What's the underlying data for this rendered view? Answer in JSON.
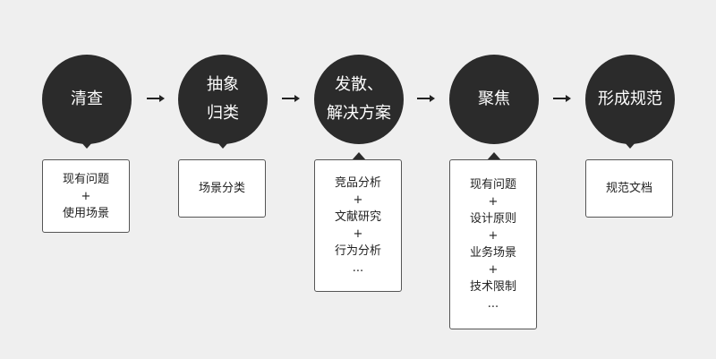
{
  "steps": [
    {
      "title": [
        "清查"
      ],
      "items": [
        "现有问题",
        "+",
        "使用场景"
      ]
    },
    {
      "title": [
        "抽象",
        "归类"
      ],
      "items": [
        "场景分类"
      ]
    },
    {
      "title": [
        "发散、",
        "解决方案"
      ],
      "items": [
        "竞品分析",
        "+",
        "文献研究",
        "+",
        "行为分析",
        "..."
      ]
    },
    {
      "title": [
        "聚焦"
      ],
      "items": [
        "现有问题",
        "+",
        "设计原则",
        "+",
        "业务场景",
        "+",
        "技术限制",
        "..."
      ]
    },
    {
      "title": [
        "形成规范"
      ],
      "items": [
        "规范文档"
      ]
    }
  ],
  "colors": {
    "background": "#efefef",
    "circle": "#2b2b2b",
    "card_border": "#555555",
    "arrow": "#222222"
  }
}
